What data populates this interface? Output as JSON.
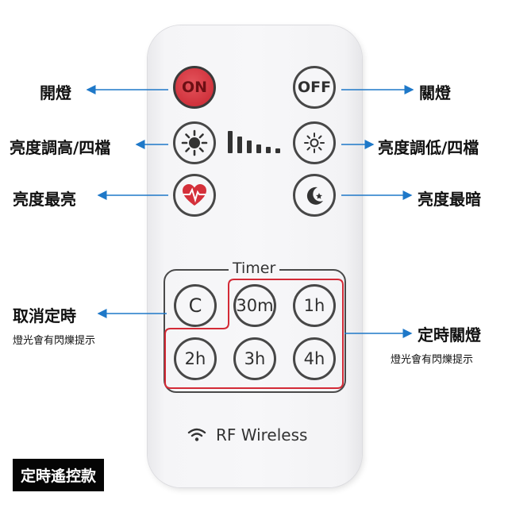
{
  "remote": {
    "buttons": {
      "on": "ON",
      "off": "OFF",
      "clear": "C",
      "t30m": "30m",
      "t1h": "1h",
      "t2h": "2h",
      "t3h": "3h",
      "t4h": "4h"
    },
    "timer_label": "Timer",
    "brand": "RF Wireless",
    "icons": [
      "sun-bright-icon",
      "brightness-bars-icon",
      "sun-dim-icon",
      "heart-pulse-icon",
      "moon-star-icon",
      "wifi-icon"
    ]
  },
  "annotations": {
    "on": "開燈",
    "off": "關燈",
    "brighter": "亮度調高/四檔",
    "dimmer": "亮度調低/四檔",
    "max": "亮度最亮",
    "min": "亮度最暗",
    "cancel": "取消定時",
    "cancel_note": "燈光會有閃爍提示",
    "timer_off": "定時關燈",
    "timer_note": "燈光會有閃爍提示"
  },
  "badge": "定時遙控款",
  "colors": {
    "arrow": "#1e78c8",
    "on_button": "#d7333d",
    "highlight_frame": "#d32a36"
  }
}
